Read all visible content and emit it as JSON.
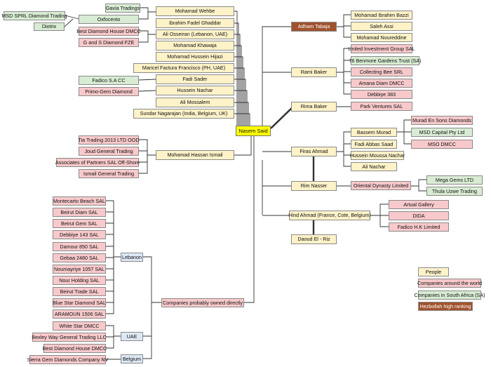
{
  "center": "Nasem Said",
  "left_people": [
    {
      "label": "Mohamad Wehbe",
      "links": [
        "Gavia Tradings",
        "Oxfocento"
      ]
    },
    {
      "label": "Ibrahim Fadel Ghaddar",
      "links": []
    },
    {
      "label": "Ali Osseiran (Lebanon, UAE)",
      "links": [
        "Best Diamond House DMCC",
        "G and S Diamond FZE"
      ]
    },
    {
      "label": "Mohamad Khawaja",
      "links": []
    },
    {
      "label": "Mohamad Hussein Hijazi",
      "links": []
    },
    {
      "label": "Maricel Factura Francisco (PH, UAE)",
      "links": []
    },
    {
      "label": "Fadi Sader",
      "links": [
        "Fadico S.A CC"
      ]
    },
    {
      "label": "Hussein Nachar",
      "links": [
        "Primo-Gem Diamond"
      ]
    },
    {
      "label": "Ali Mossalem",
      "links": []
    },
    {
      "label": "Sundar Nagarajan (India, Belgium, UK)",
      "links": []
    }
  ],
  "sa_left": [
    {
      "label": "Gavia Tradings",
      "category": "sa"
    },
    {
      "label": "Oxfocento",
      "category": "sa"
    },
    {
      "label": "MSD SPRL Diamond Trading",
      "category": "sa"
    },
    {
      "label": "Diotrix",
      "category": "sa"
    },
    {
      "label": "Best Diamond House DMCC",
      "category": "world"
    },
    {
      "label": "G and S Diamond FZE",
      "category": "world"
    },
    {
      "label": "Fadico S.A CC",
      "category": "sa"
    },
    {
      "label": "Primo-Gem Diamond",
      "category": "world"
    }
  ],
  "hassan": {
    "label": "Mohamad Hassan Ismail",
    "companies": [
      "Tia Trading 2013 LTD OOD",
      "Joud General Trading",
      "Associates of Partners SAL Off-Shore",
      "Ismail General Trading"
    ]
  },
  "direct": {
    "label": "Companies probably owned directly",
    "groups": [
      {
        "country": "Lebanon",
        "companies": [
          "Montecarto Beach SAL",
          "Beirut Diam SAL",
          "Beirut Gem SAL",
          "Debbiye 143 SAL",
          "Damour 850 SAL",
          "Gebaa 2480 SAL",
          "Noumayriye 1057 SAL",
          "Nour Holding SAL",
          "Beirut Trade SAL",
          "Blue Star Diamond SAL",
          "ARAMOUN 1506 SAL"
        ]
      },
      {
        "country": "UAE",
        "companies": [
          "White Star DMCC",
          "Bexley Way General Trading LLC",
          "Best Diamond House DMCC"
        ]
      },
      {
        "country": "Belgium",
        "companies": [
          "Sierra Gem Diamonds Company NV"
        ]
      }
    ]
  },
  "right": {
    "adham": {
      "label": "Adham Tabaja",
      "people": [
        "Mohamad Ibrahim Bazzi",
        "Saleh Assi",
        "Mohamad Noureddine"
      ]
    },
    "rami": {
      "label": "Rami Baker",
      "companies": [
        {
          "label": "United Investment Group SAL",
          "category": "world"
        },
        {
          "label": "76 Benmore Gardens Trust (SA)",
          "category": "sa"
        },
        {
          "label": "Collecting Bee SRL",
          "category": "world"
        },
        {
          "label": "Amana Diam DMCC",
          "category": "world"
        },
        {
          "label": "Debbiye 383",
          "category": "world"
        }
      ]
    },
    "rima": {
      "label": "Rima Baker",
      "companies": [
        "Park Ventures SAL"
      ]
    },
    "firas": {
      "label": "Firas Ahmad",
      "people": [
        "Bassem Murad",
        "Fadi Abbas Saad",
        "Hussein Moussa Nachar",
        "Ali Nachar"
      ]
    },
    "bassem_companies": [
      {
        "label": "Murad En Sons Diamonds",
        "category": "world"
      },
      {
        "label": "MSD Capital Pty Ltd",
        "category": "sa"
      },
      {
        "label": "MSO DMCC",
        "category": "world"
      }
    ],
    "rim": {
      "label": "Rim Nasser",
      "company": "Oriental Dynasty Limited",
      "subsidiaries": [
        "Mega Gems LTD",
        "Thula Uzwe Trading"
      ]
    },
    "hind": {
      "label": "Hind Ahmad (France, Cote, Belgium)",
      "companies": [
        "Artual Gallery",
        "DIDA",
        "Fadico H.K Limited"
      ]
    },
    "daoud": {
      "label": "Daoud El - Riz"
    }
  },
  "legend": [
    {
      "label": "People",
      "category": "people"
    },
    {
      "label": "Companies around the world",
      "category": "world"
    },
    {
      "label": "Companies in South Africa (SA)",
      "category": "sa"
    },
    {
      "label": "Hezbollah high ranking",
      "category": "hz"
    }
  ],
  "colors": {
    "people": "#fdf2c8",
    "world": "#f8c9cb",
    "sa": "#d8ecd3",
    "hezbollah": "#a0522d",
    "center": "#ffff00",
    "country": "#dde8f5"
  }
}
